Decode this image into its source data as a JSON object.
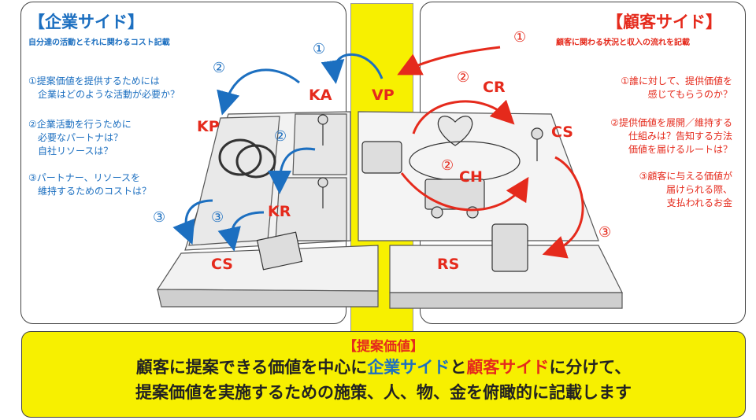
{
  "left": {
    "title": "【企業サイド】",
    "subtitle": "自分達の活動とそれに関わるコスト記載",
    "q1": "①提案価値を提供するためには\n　企業はどのような活動が必要か？",
    "q2": "②企業活動を行うために\n　必要なパートナは？\n　自社リソースは？",
    "q3": "③パートナー、リソースを\n　維持するためのコストは？"
  },
  "right": {
    "title": "【顧客サイド】",
    "subtitle": "顧客に関わる状況と収入の流れを記載",
    "q1": "①誰に対して、提供価値を\n感じてもらうのか？",
    "q2": "②提供価値を展開／維持する\n仕組みは？告知する方法\n価値を届けるルートは？",
    "q3": "③顧客に与える価値が\n届けられる際、\n支払われるお金"
  },
  "labels": {
    "ka": "KA",
    "vp": "VP",
    "kp": "KP",
    "kr": "KR",
    "cs_left": "CS",
    "cr": "CR",
    "ch": "CH",
    "cs_right": "CS",
    "rs": "RS"
  },
  "numbers": {
    "n1": "①",
    "n2": "②",
    "n3": "③"
  },
  "bottom": {
    "title": "【提案価値】",
    "line1_a": "顧客に提案できる価値を中心に",
    "line1_b": "企業サイド",
    "line1_c": "と",
    "line1_d": "顧客サイド",
    "line1_e": "に分けて、",
    "line2": "提案価値を実施するための施策、人、物、金を俯瞰的に記載します"
  },
  "colors": {
    "accent_blue": "#1c6fc0",
    "accent_red": "#e52a1c",
    "highlight_yellow": "#f7f000"
  }
}
